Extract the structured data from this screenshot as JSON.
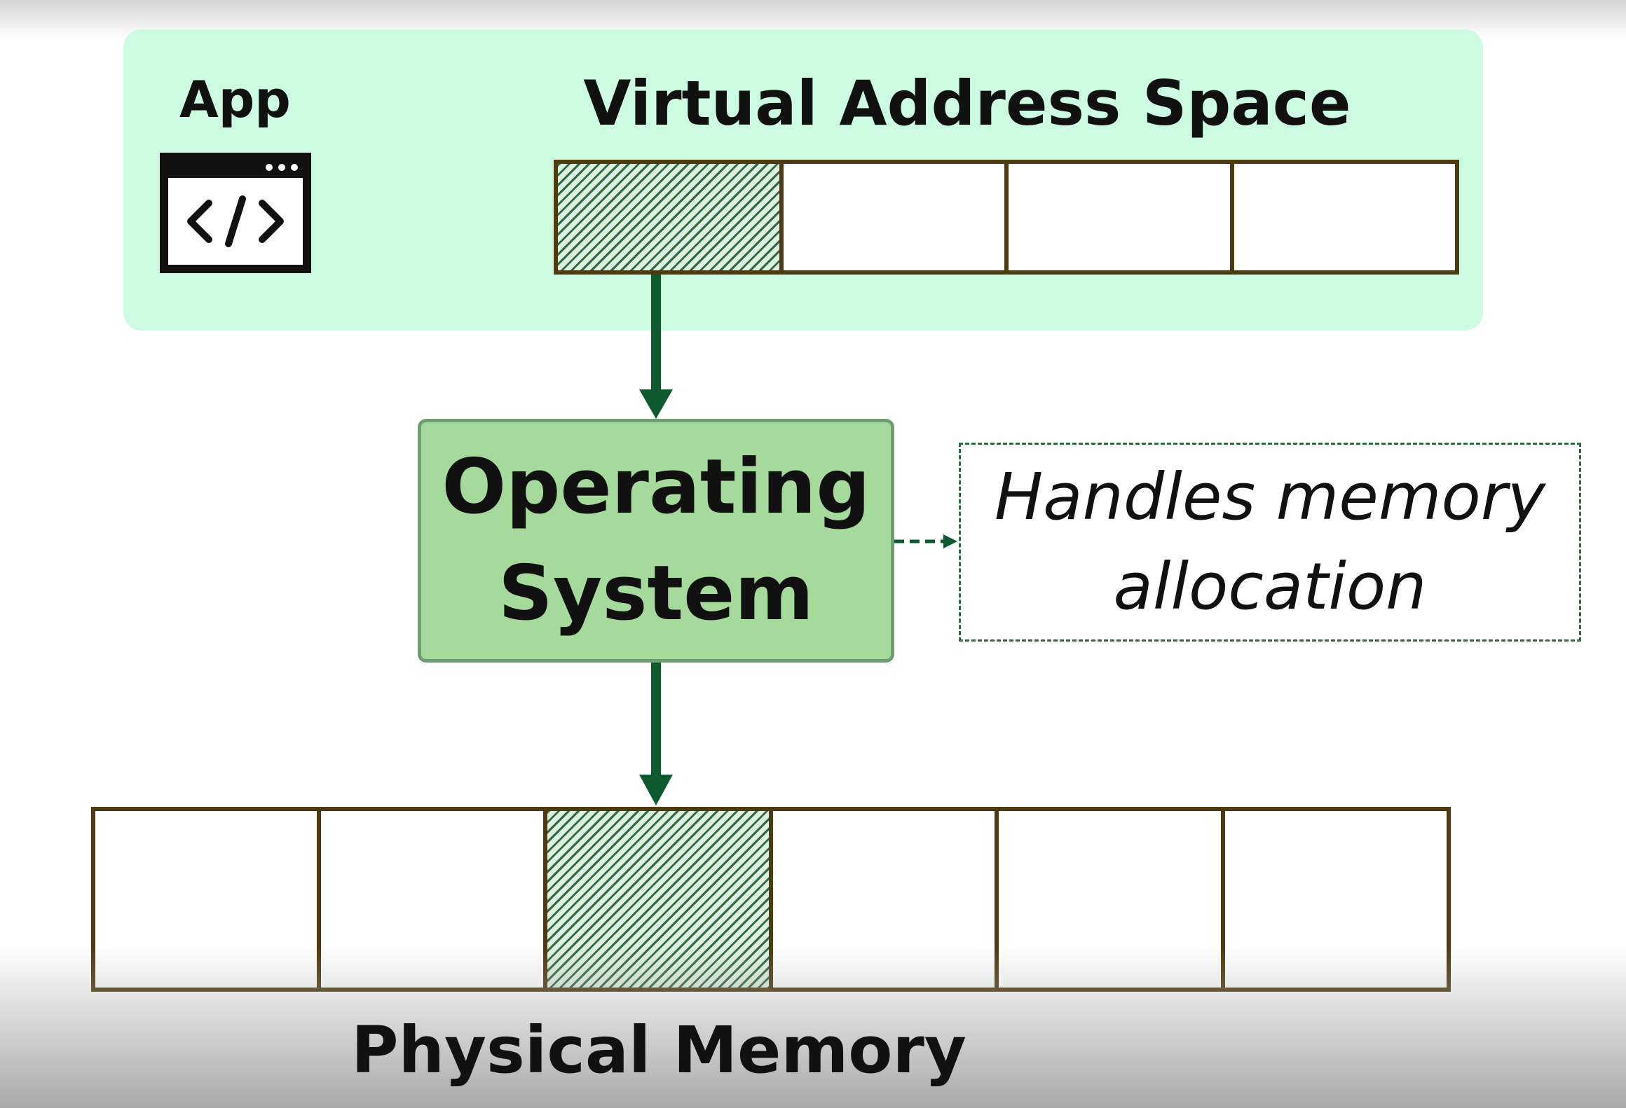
{
  "app": {
    "label": "App",
    "icon": "code-window-icon"
  },
  "virtual_address_space": {
    "title": "Virtual Address Space",
    "cell_count": 4,
    "highlighted_cell": 1
  },
  "operating_system": {
    "line1": "Operating",
    "line2": "System"
  },
  "note": {
    "line1": "Handles memory",
    "line2": "allocation"
  },
  "physical_memory": {
    "title": "Physical Memory",
    "cell_count": 6,
    "highlighted_cell": 3
  },
  "colors": {
    "panel_background": "#ccfbe1",
    "os_fill": "#a6da9c",
    "arrow": "#0e5a2e",
    "cell_border": "#4e3a10",
    "hatch": "#2f6b3f"
  }
}
